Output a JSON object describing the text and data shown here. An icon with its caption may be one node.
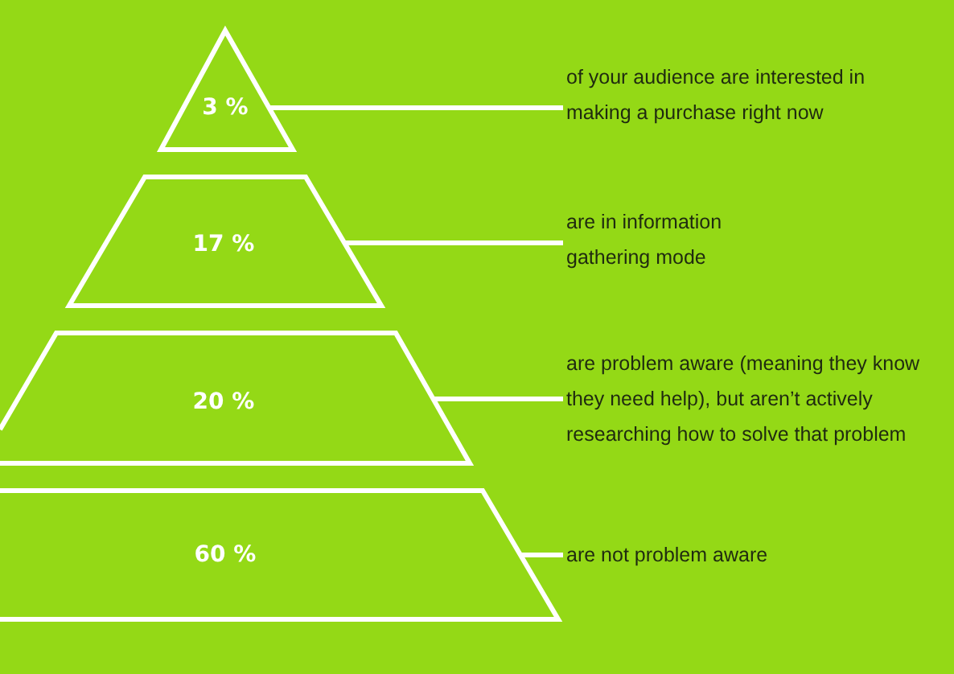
{
  "diagram": {
    "nodes": [
      {
        "text": [
          "3 %"
        ]
      },
      {
        "text": [
          "of your audience are interested in making a purchase right now"
        ]
      },
      {
        "text": [
          "17 %"
        ]
      },
      {
        "text": [
          "are in information gathering mode"
        ]
      },
      {
        "text": [
          "20 %"
        ]
      },
      {
        "text": [
          "are problem aware (meaning they know they need help), but aren’t actively researching how to solve that problem"
        ]
      },
      {
        "text": [
          "60 %"
        ]
      },
      {
        "text": [
          "are not problem aware"
        ]
      }
    ],
    "edges": [
      {
        "from": 0,
        "to": 1,
        "arrow": "none"
      },
      {
        "from": 2,
        "to": 3,
        "arrow": "none"
      },
      {
        "from": 4,
        "to": 5,
        "arrow": "none"
      },
      {
        "from": 6,
        "to": 7,
        "arrow": "none"
      }
    ]
  }
}
